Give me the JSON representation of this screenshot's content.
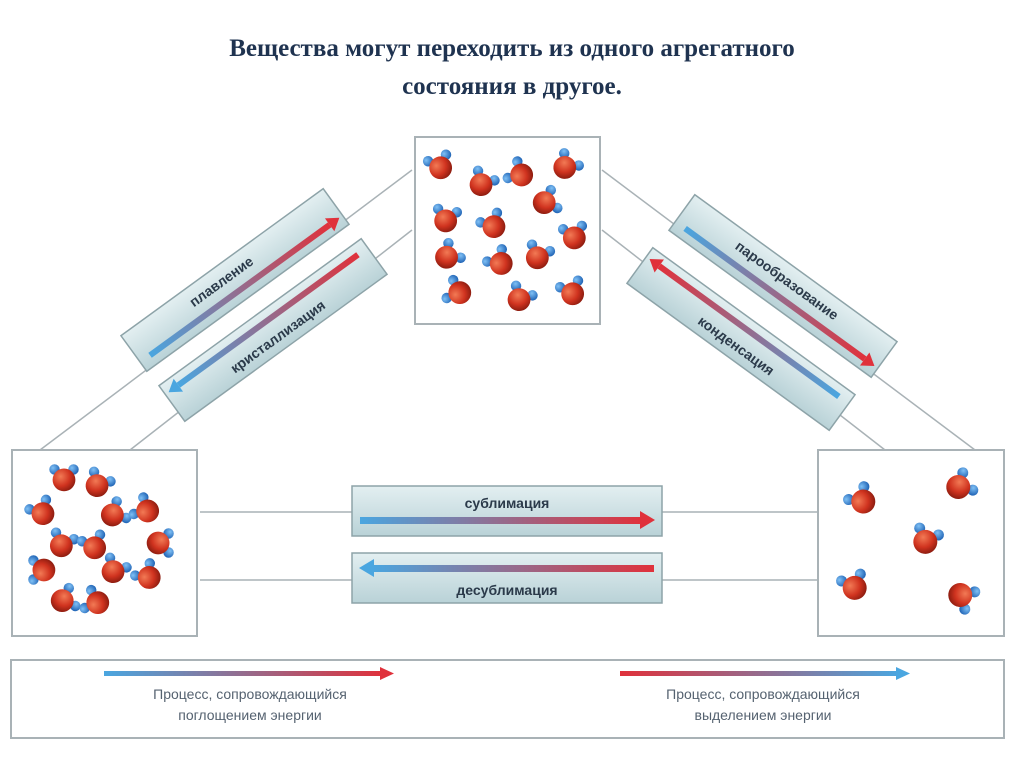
{
  "title": {
    "line1": "Вещества могут переходить из одного агрегатного",
    "line2": "состояния в другое."
  },
  "processes": {
    "melting": "плавление",
    "crystallization": "кристаллизация",
    "vaporization": "парообразование",
    "condensation": "конденсация",
    "sublimation": "сублимация",
    "desublimation": "десублимация"
  },
  "legend": {
    "absorb_line1": "Процесс, сопровождающийся",
    "absorb_line2": "поглощением энергии",
    "release_line1": "Процесс, сопровождающийся",
    "release_line2": "выделением энергии"
  },
  "colors": {
    "cold": "#4aa6e0",
    "hot": "#e0313b",
    "panel": "#cfe3e6",
    "panel_border": "#8da3a8",
    "oxygen": "#d0331f",
    "hydrogen": "#2f7fd4",
    "title": "#1f3350"
  }
}
